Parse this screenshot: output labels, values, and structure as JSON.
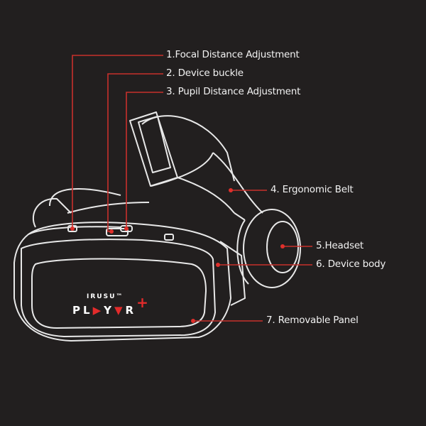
{
  "colors": {
    "background": "#221f1f",
    "line": "#c8302c",
    "outline": "#e8e8e8"
  },
  "callouts": [
    {
      "label": "1.Focal Distance Adjustment"
    },
    {
      "label": "2. Device buckle"
    },
    {
      "label": "3. Pupil Distance Adjustment"
    },
    {
      "label": "4. Ergonomic Belt"
    },
    {
      "label": "5.Headset"
    },
    {
      "label": "6. Device body"
    },
    {
      "label": "7. Removable Panel"
    }
  ],
  "logo": {
    "brand": "IRUSU™",
    "product_a": "PL",
    "play_mark": "▶",
    "product_b": "Y",
    "v_mark": "▼",
    "product_c": "R",
    "plus": "+"
  }
}
